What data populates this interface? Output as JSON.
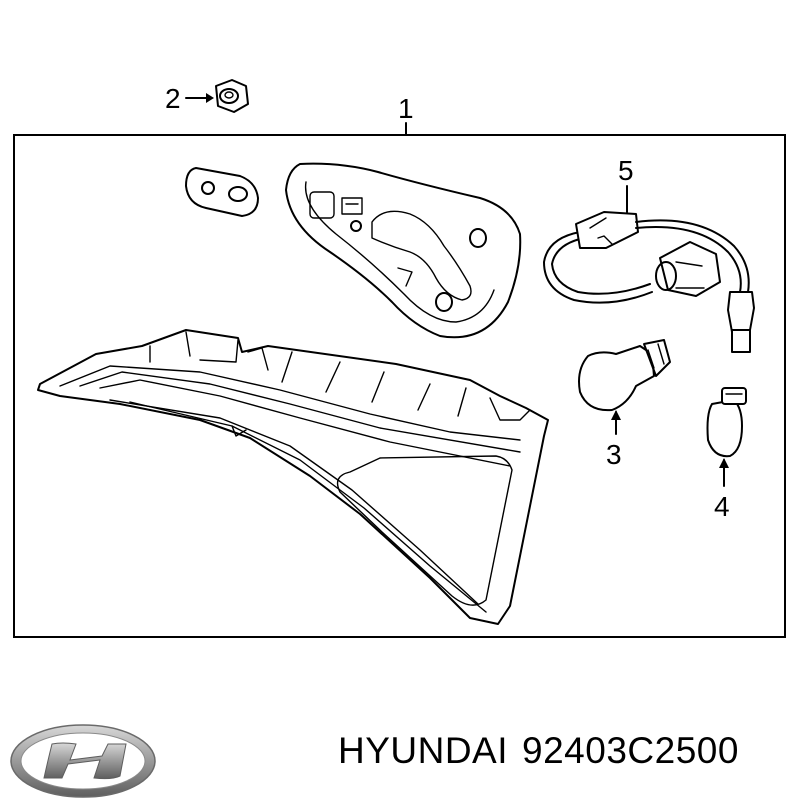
{
  "callouts": {
    "c1": "1",
    "c2": "2",
    "c3": "3",
    "c4": "4",
    "c5": "5"
  },
  "footer": {
    "brand": "HYUNDAI",
    "part_number": "92403C2500"
  },
  "logo": {
    "icon": "hyundai-logo-icon",
    "color": "#9a9a9a"
  }
}
